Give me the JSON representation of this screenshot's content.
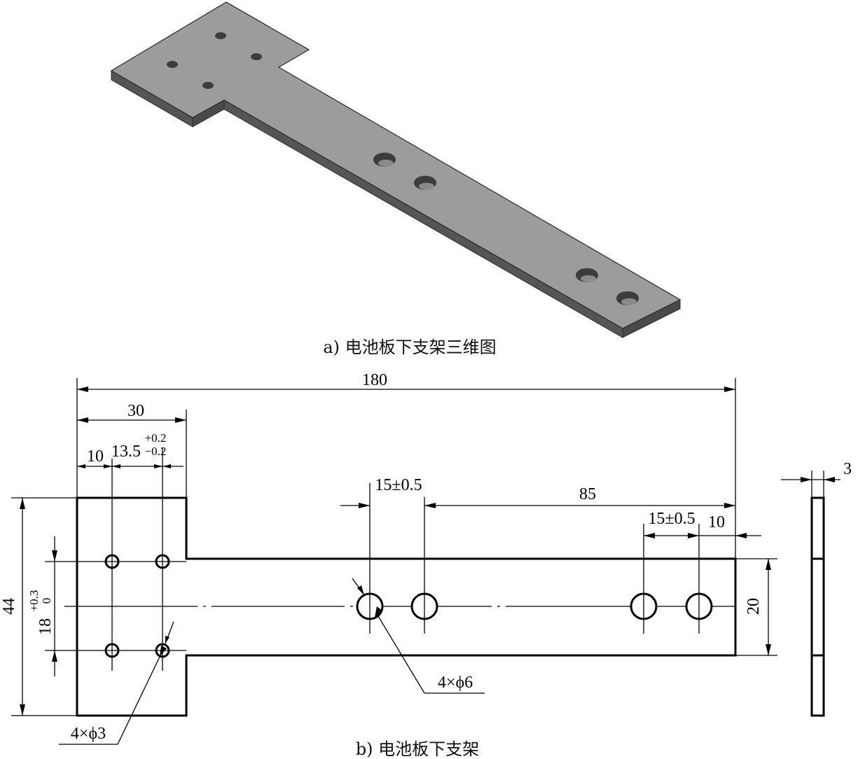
{
  "captions": {
    "a": "a) 电池板下支架三维图",
    "b": "b) 电池板下支架"
  },
  "dimensions": {
    "overall_length": "180",
    "head_width": "30",
    "hole_offset": "10",
    "hole_pitch_small": "13.5",
    "hole_pitch_small_tol_upper": "+0.2",
    "hole_pitch_small_tol_lower": "−0.2",
    "hole_pitch_large_1": "15±0.5",
    "hole_span": "85",
    "hole_pitch_large_2": "15±0.5",
    "end_offset": "10",
    "total_height": "44",
    "small_hole_spacing": "18",
    "small_hole_spacing_tol_upper": "+0.3",
    "small_hole_spacing_tol_lower": "0",
    "arm_height": "20",
    "thickness": "3",
    "large_hole_callout": "4×ϕ6",
    "small_hole_callout": "4×ϕ3"
  },
  "colors": {
    "plate_top": "#9a9a9a",
    "plate_side": "#5a5a5a",
    "plate_edge": "#2a2a2a",
    "hole_shadow": "#3c3c3c"
  }
}
